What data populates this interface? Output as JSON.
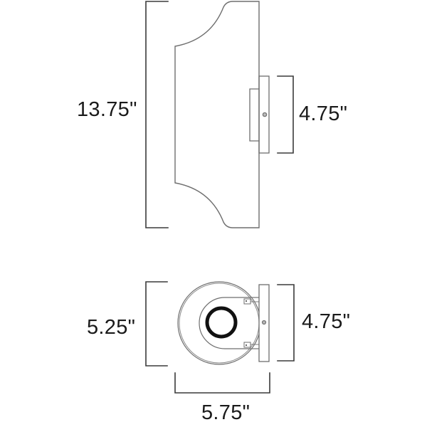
{
  "diagram": {
    "side_view": {
      "height_label": "13.75\"",
      "backplate_label": "4.75\""
    },
    "top_view": {
      "depth_label": "5.25\"",
      "backplate_label": "4.75\"",
      "width_label": "5.75\""
    }
  },
  "colors": {
    "outline": "#6e6e6e",
    "dimension_line": "#3a3a3a",
    "ring": "#111111",
    "text": "#1a1a1a"
  }
}
